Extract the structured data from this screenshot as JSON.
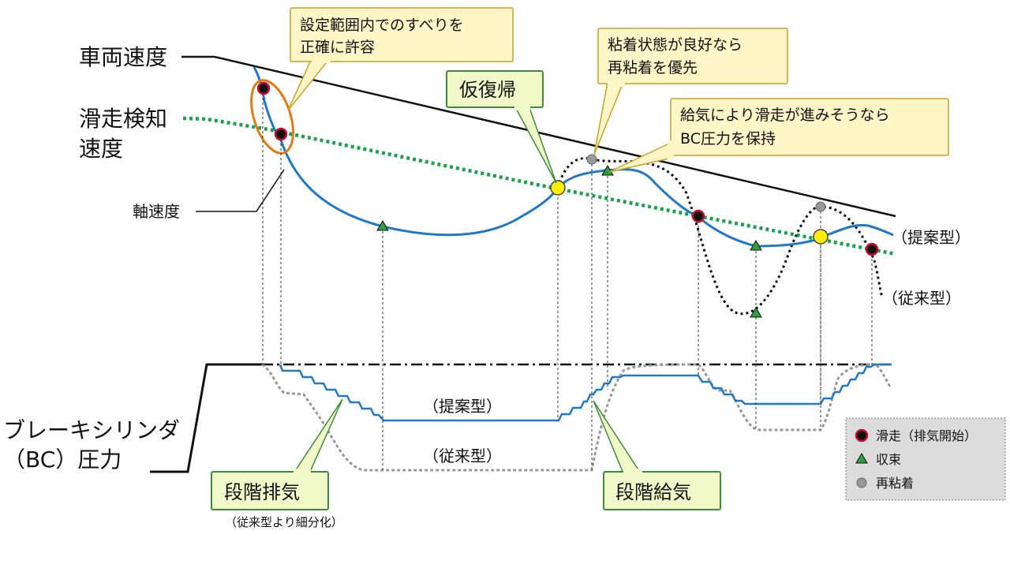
{
  "labels": {
    "vehicle_speed": "車両速度",
    "slip_detect_line1": "滑走検知",
    "slip_detect_line2": "速度",
    "axle_speed": "軸速度",
    "bc_line1": "ブレーキシリンダ",
    "bc_line2": "（BC）圧力",
    "proposed_upper": "（提案型）",
    "conventional_upper": "（従来型）",
    "proposed_lower": "（提案型）",
    "conventional_lower": "（従来型）"
  },
  "callouts": {
    "slip_allow_line1": "設定範囲内でのすべりを",
    "slip_allow_line2": "正確に許容",
    "readhesion_line1": "粘着状態が良好なら",
    "readhesion_line2": "再粘着を優先",
    "hold_line1": "給気により滑走が進みそうなら",
    "hold_line2": "BC圧力を保持",
    "temp_return": "仮復帰",
    "step_exhaust": "段階排気",
    "step_exhaust_note": "（従来型より細分化）",
    "step_supply": "段階給気"
  },
  "legend": {
    "slip": "滑走（排気開始）",
    "converge": "収束",
    "readhesion": "再粘着"
  },
  "colors": {
    "proposed_line": "#1f78c8",
    "conventional_line": "#222222",
    "detect_line": "#1aa34a",
    "callout_fill": "#fff6c8",
    "callout_border": "#c9a227",
    "green_box_fill": "#f2f9c8",
    "green_box_border": "#3c8c3c",
    "slip_marker": "#c8102e",
    "converge_marker": "#2e9e3e",
    "readhesion_marker": "#999999",
    "temp_return_marker": "#ffee00",
    "ellipse": "#e07b16",
    "legend_bg": "#dcdcdc"
  }
}
